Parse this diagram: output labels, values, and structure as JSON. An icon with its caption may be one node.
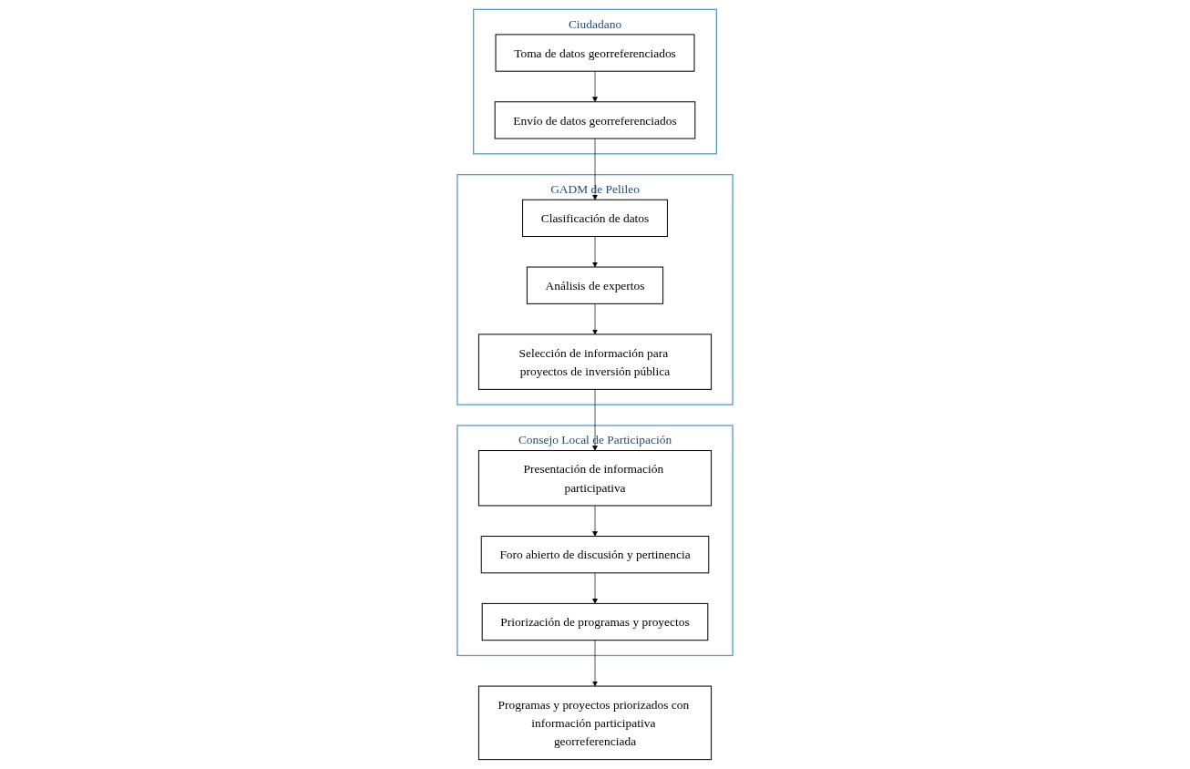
{
  "diagram": {
    "nodes": [
      {
        "text": [
          "Ciudadano"
        ]
      },
      {
        "text": [
          "Toma de datos georreferenciados"
        ],
        "in": 0
      },
      {
        "text": [
          "Envío de datos georreferenciados"
        ],
        "in": 0
      },
      {
        "text": [
          "GADM de Pelileo"
        ]
      },
      {
        "text": [
          "Clasificación de datos"
        ],
        "in": 3
      },
      {
        "text": [
          "Análisis de expertos"
        ],
        "in": 3
      },
      {
        "text": [
          "Selección de información para proyectos de inversión pública"
        ],
        "in": 3
      },
      {
        "text": [
          "Consejo Local de Participación"
        ]
      },
      {
        "text": [
          "Presentación de información participativa"
        ],
        "in": 7
      },
      {
        "text": [
          "Foro abierto de discusión y pertinencia"
        ],
        "in": 7
      },
      {
        "text": [
          "Priorización de programas y proyectos"
        ],
        "in": 7
      },
      {
        "text": [
          "Programas y proyectos priorizados con información participativa georreferenciada"
        ]
      }
    ],
    "edges": [
      {
        "from": 1,
        "to": 2,
        "arrow": "to"
      },
      {
        "from": 2,
        "to": 4,
        "arrow": "to"
      },
      {
        "from": 4,
        "to": 5,
        "arrow": "to"
      },
      {
        "from": 5,
        "to": 6,
        "arrow": "to"
      },
      {
        "from": 6,
        "to": 8,
        "arrow": "to"
      },
      {
        "from": 8,
        "to": 9,
        "arrow": "to"
      },
      {
        "from": 9,
        "to": 10,
        "arrow": "to"
      },
      {
        "from": 10,
        "to": 11,
        "arrow": "to"
      }
    ]
  }
}
